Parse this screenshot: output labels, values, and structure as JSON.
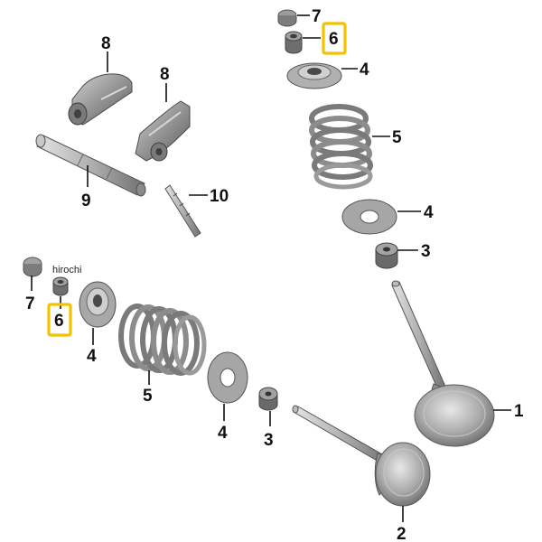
{
  "watermark": "hirochi",
  "highlight_color": "#f2c200",
  "callouts": {
    "top_7": "7",
    "top_6": "6",
    "top_4a": "4",
    "top_5": "5",
    "top_4b": "4",
    "top_3": "3",
    "rocker_8a": "8",
    "rocker_8b": "8",
    "shaft_9": "9",
    "pin_10": "10",
    "left_7": "7",
    "left_6": "6",
    "left_4a": "4",
    "left_5": "5",
    "left_4b": "4",
    "left_3": "3",
    "valve_1": "1",
    "valve_2": "2"
  }
}
